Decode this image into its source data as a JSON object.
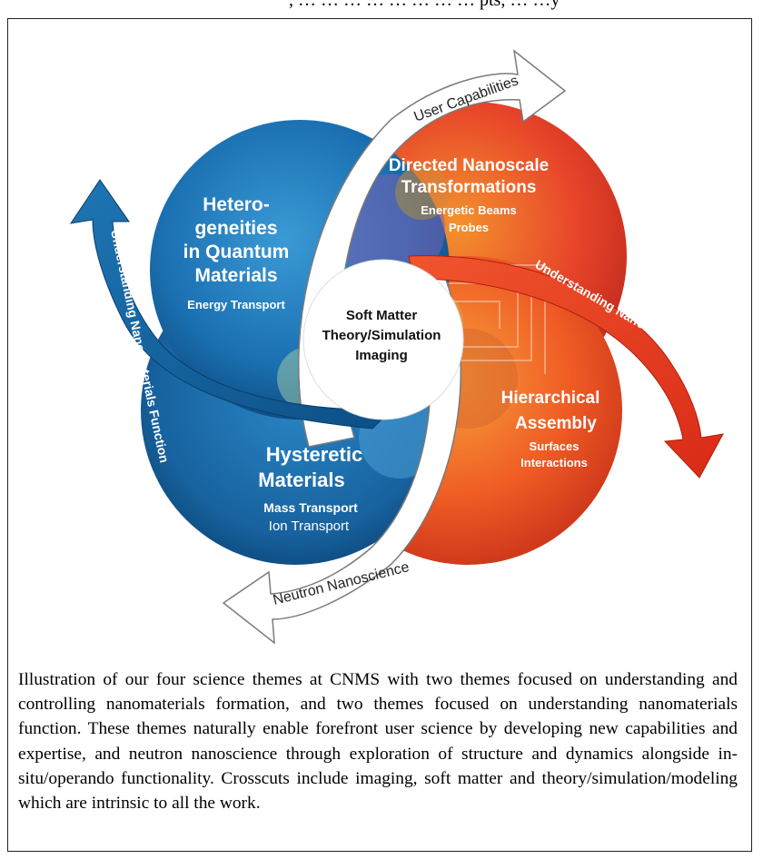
{
  "top_fragment": ", … … … … … … … … pts, … …y",
  "diagram": {
    "center": {
      "lines": [
        "Soft Matter",
        "Theory/Simulation",
        "Imaging"
      ]
    },
    "themes": {
      "top_left": {
        "title": [
          "Hetero-",
          "geneities",
          "in Quantum",
          "Materials"
        ],
        "sub": [
          "Energy Transport"
        ],
        "color": "#1c78b8"
      },
      "top_right": {
        "title": [
          "Directed Nanoscale",
          "Transformations"
        ],
        "sub": [
          "Energetic Beams",
          "Probes"
        ],
        "color": "#e8452a"
      },
      "bottom_right": {
        "title": [
          "Hierarchical",
          "Assembly"
        ],
        "sub": [
          "Surfaces",
          "Interactions"
        ],
        "color": "#ef5a24"
      },
      "bottom_left": {
        "title": [
          "Hysteretic",
          "Materials"
        ],
        "sub": [
          "Mass Transport",
          "Ion Transport"
        ],
        "color": "#1a6dab"
      }
    },
    "arrows": {
      "top": "User Capabilities",
      "bottom": "Neutron Nanoscience",
      "left": "Understanding Nanomaterials Function",
      "right": "Understanding Nanomaterials Formation"
    }
  },
  "caption": "Illustration of our four science themes at CNMS with two themes focused on understanding and controlling nanomaterials formation, and two themes focused on understanding nanomaterials function. These themes naturally enable forefront user science by developing new capabilities and expertise, and neutron nanoscience through exploration of structure and dynamics alongside in-situ/operando functionality. Crosscuts include imaging, soft matter and theory/simulation/modeling which are intrinsic to all the work."
}
